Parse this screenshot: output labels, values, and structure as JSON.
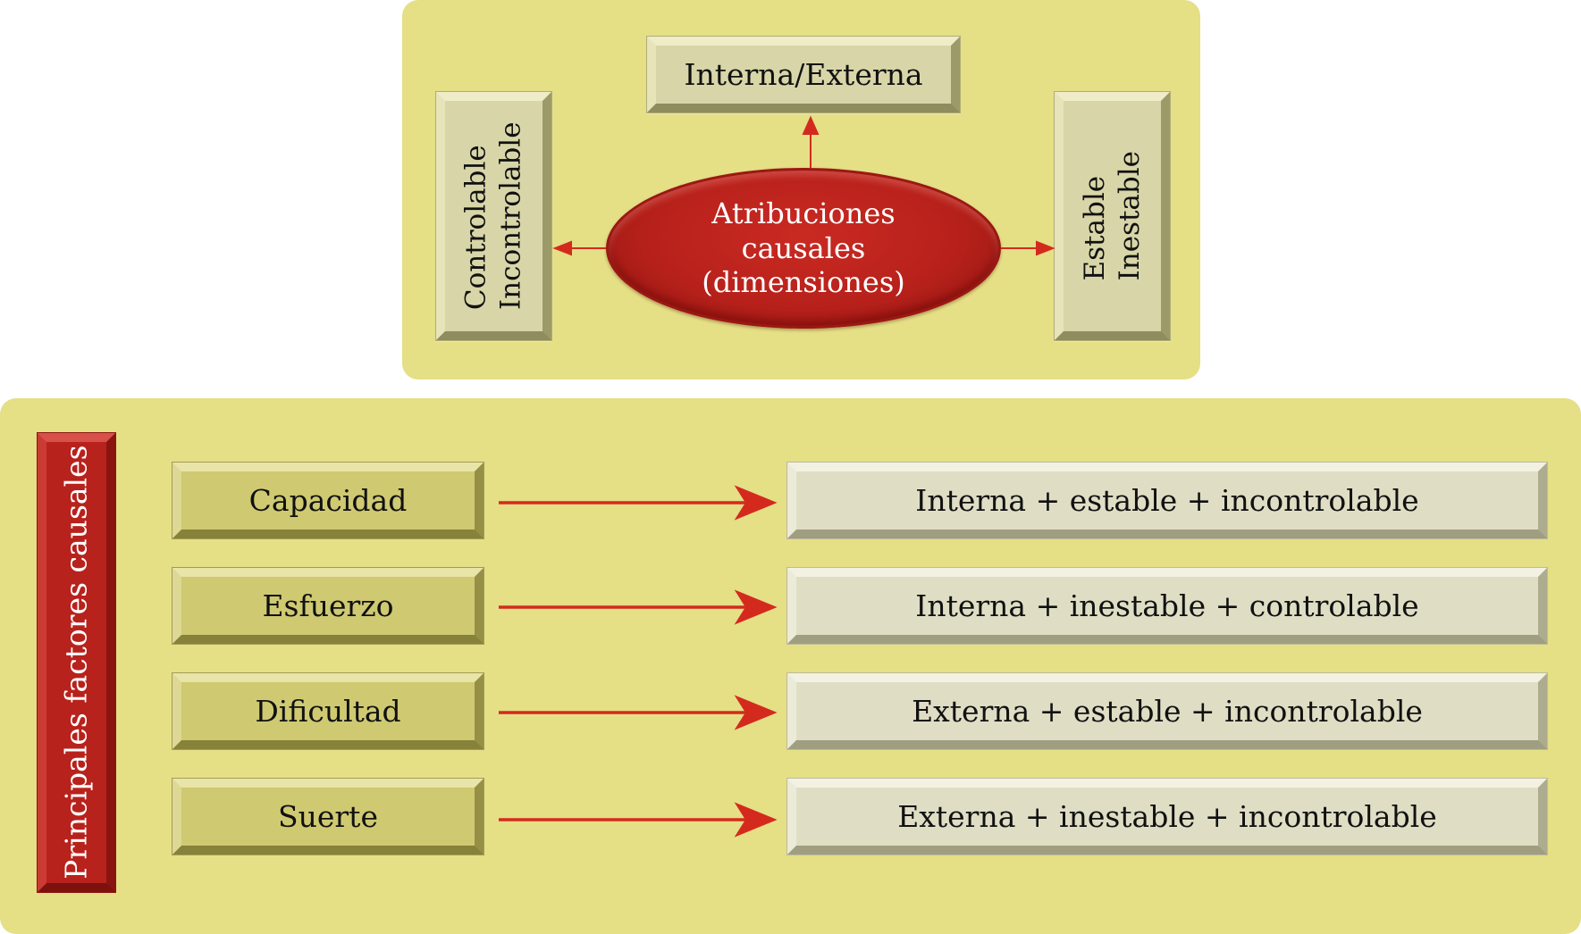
{
  "top": {
    "center": [
      "Atribuciones",
      "causales",
      "(dimensiones)"
    ],
    "top_box": "Interna/Externa",
    "left_box": [
      "Controlable",
      "Incontrolable"
    ],
    "right_box": [
      "Estable",
      "Inestable"
    ]
  },
  "bottom": {
    "side_label": "Principales factores causales",
    "rows": [
      {
        "factor": "Capacidad",
        "result": "Interna + estable + incontrolable"
      },
      {
        "factor": "Esfuerzo",
        "result": "Interna + inestable + controlable"
      },
      {
        "factor": "Dificultad",
        "result": "Externa + estable + incontrolable"
      },
      {
        "factor": "Suerte",
        "result": "Externa + inestable + incontrolable"
      }
    ]
  },
  "colors": {
    "panel": "#e5df86",
    "accent_red": "#b8221c",
    "arrow": "#d42a1e"
  }
}
